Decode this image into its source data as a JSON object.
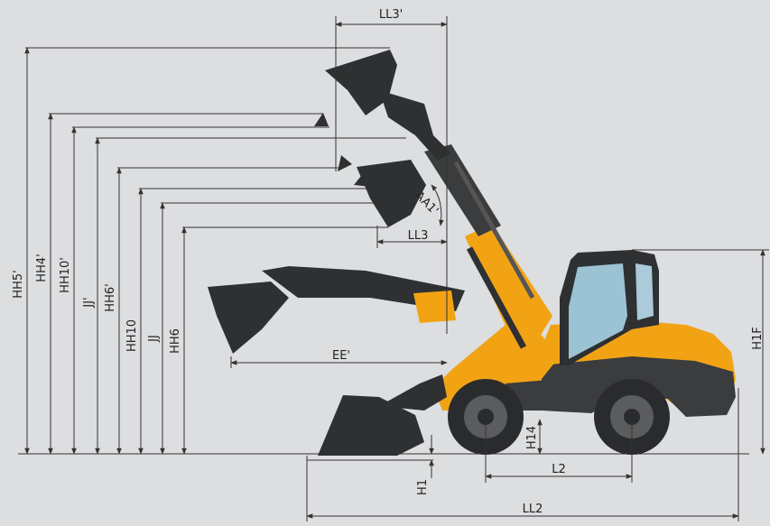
{
  "labels": {
    "HH5p": "HH5'",
    "HH4p": "HH4'",
    "HH10p": "HH10'",
    "JJp": "JJ'",
    "HH6p": "HH6'",
    "HH10": "HH10",
    "JJ": "JJ",
    "HH6": "HH6",
    "LL3p": "LL3'",
    "LL3": "LL3",
    "AA1p": "AA1'",
    "EEp": "EE'",
    "H1F": "H1F",
    "H14": "H14",
    "H1": "H1",
    "L2": "L2",
    "LL2": "LL2"
  },
  "colors": {
    "background": "#dcdee0",
    "machine_yellow": "#f2a314",
    "machine_dark": "#3a3c3e",
    "dimension_line": "#333333"
  }
}
